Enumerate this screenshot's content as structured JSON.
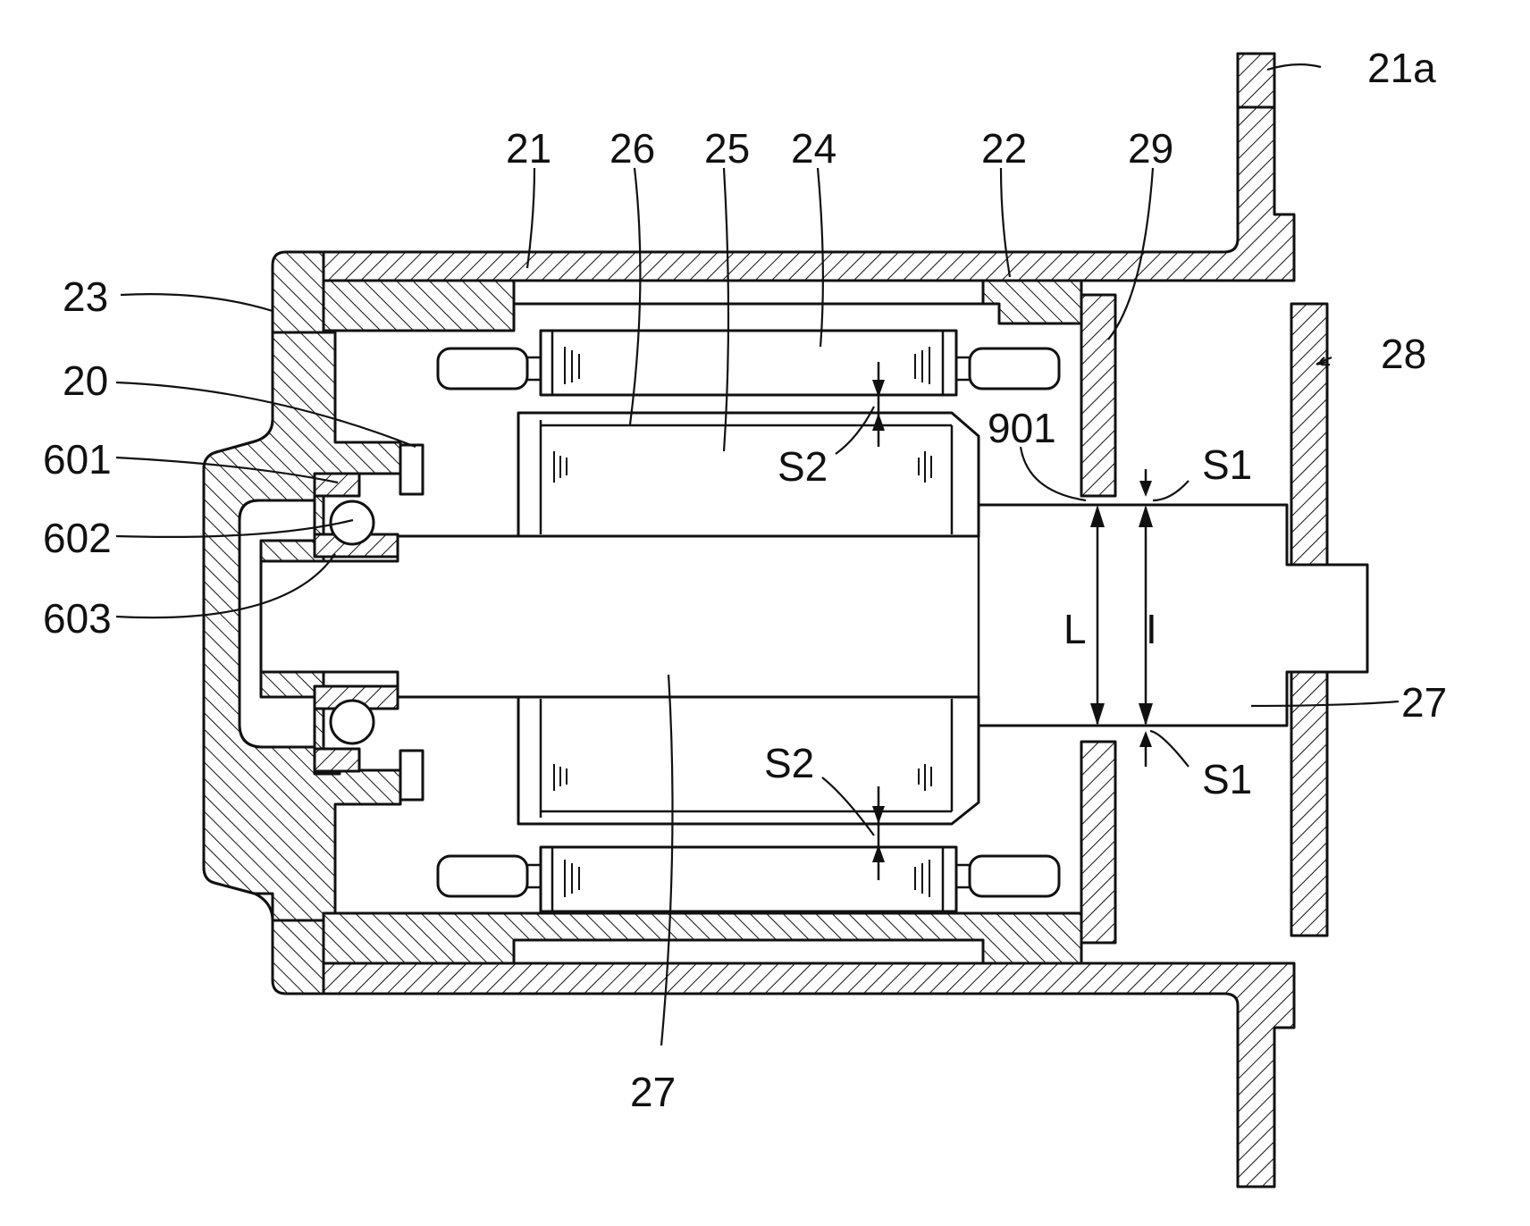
{
  "labels": {
    "l21a": "21a",
    "l21": "21",
    "l26": "26",
    "l25": "25",
    "l24": "24",
    "l22": "22",
    "l29": "29",
    "l23": "23",
    "l28": "28",
    "l20": "20",
    "l601": "601",
    "l602": "602",
    "l603": "603",
    "l901": "901",
    "lS2top": "S2",
    "lS2bot": "S2",
    "lS1top": "S1",
    "lS1bot": "S1",
    "lL": "L",
    "lI": "I",
    "l27right": "27",
    "l27bottom": "27"
  },
  "colors": {
    "line": "#111111",
    "background": "#ffffff"
  }
}
